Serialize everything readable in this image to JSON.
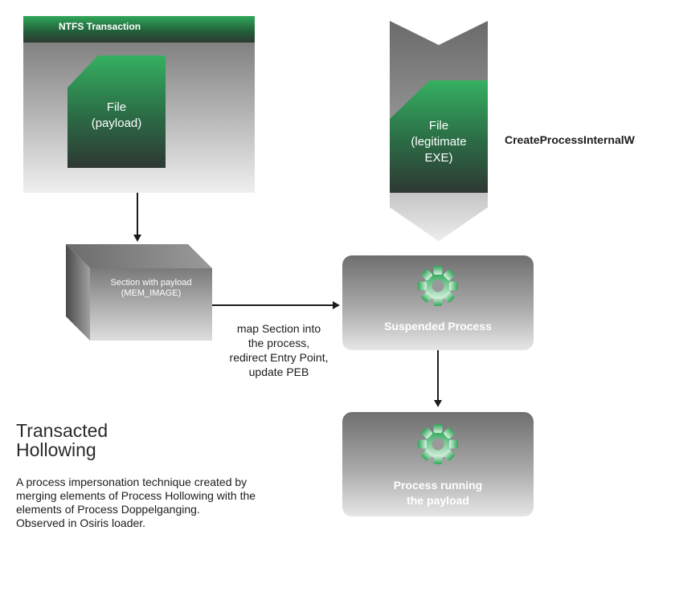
{
  "ntfs": {
    "title": "NTFS Transaction"
  },
  "payload_file": {
    "line1": "File",
    "line2": "(payload)"
  },
  "legit_file": {
    "line1": "File",
    "line2": "(legitimate",
    "line3": "EXE)"
  },
  "api": {
    "label": "CreateProcessInternalW"
  },
  "section": {
    "line1": "Section with payload",
    "line2": "(MEM_IMAGE)"
  },
  "map_action": {
    "line1": "map Section into",
    "line2": "the process,",
    "line3": "redirect Entry Point,",
    "line4": "update PEB"
  },
  "suspended": {
    "label": "Suspended Process"
  },
  "running": {
    "line1": "Process running",
    "line2": "the payload"
  },
  "heading": {
    "line1": "Transacted",
    "line2": "Hollowing"
  },
  "description": {
    "line1": "A process impersonation technique created by",
    "line2": "merging elements of Process Hollowing with the",
    "line3": "elements of Process Doppelganging.",
    "line4": "Observed in Osiris loader."
  },
  "colors": {
    "accent_green": "#2fa659",
    "dark_green": "#2f4a3a",
    "gray": "#7a7a7a",
    "text": "#1c1c1c"
  },
  "icons": [
    "gear-icon"
  ]
}
